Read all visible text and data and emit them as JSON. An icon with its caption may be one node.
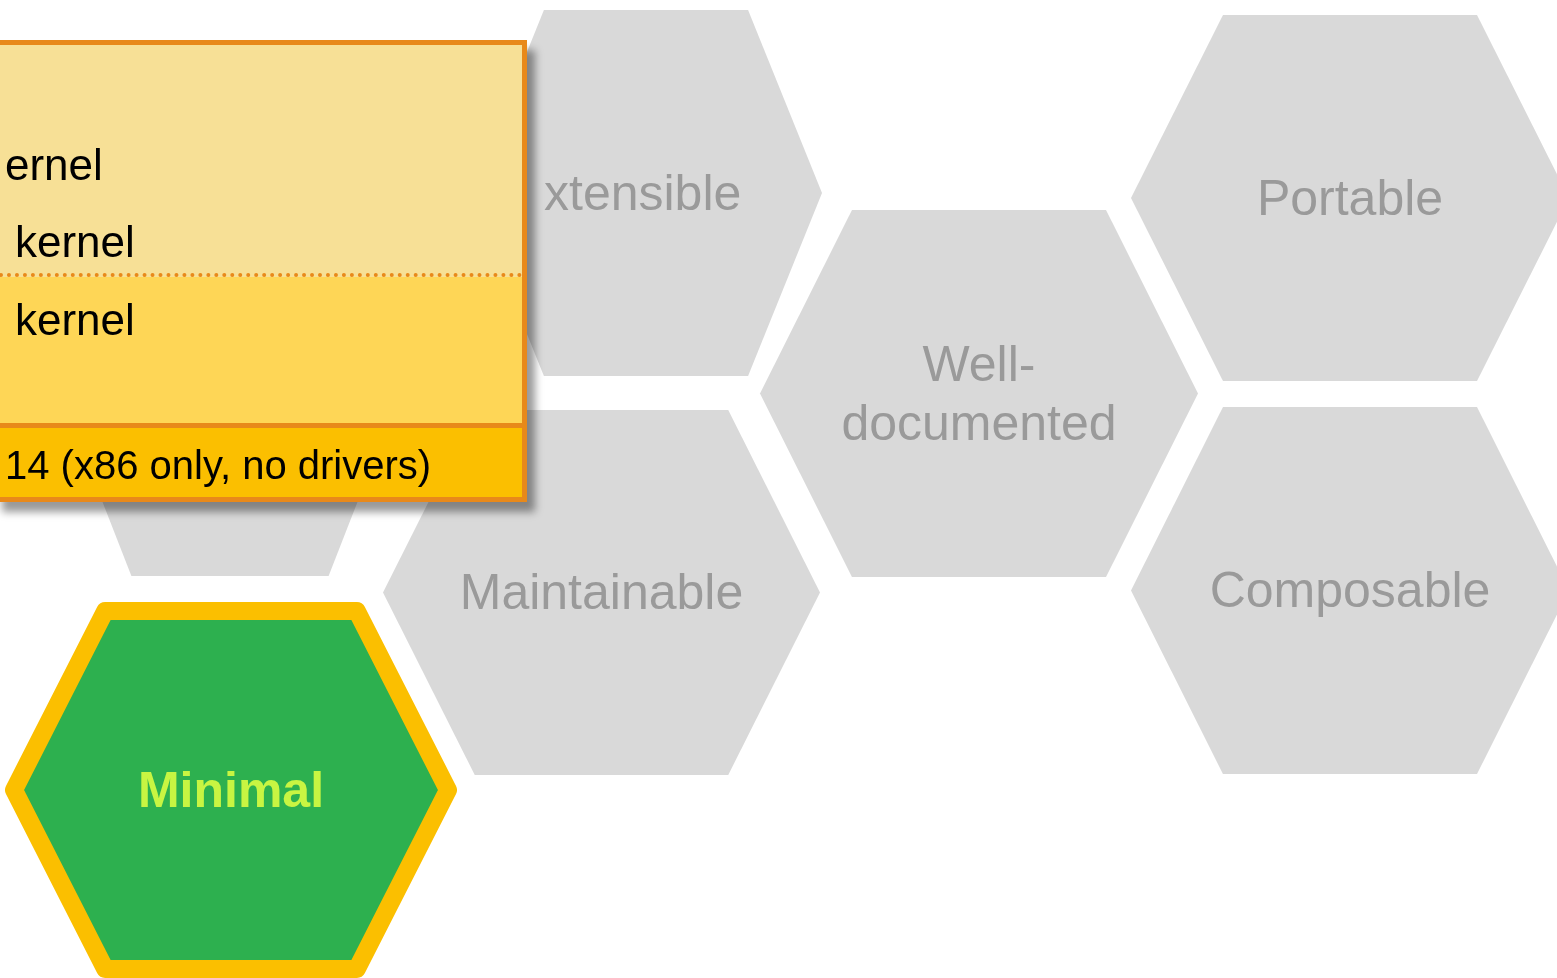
{
  "diagram": {
    "nodes": [
      {
        "text": [
          "ernel",
          "kernel",
          "kernel",
          "14 (x86 only, no drivers)"
        ]
      },
      {
        "text": [],
        "shape": "hexagon"
      },
      {
        "text": [
          "xtensible"
        ]
      },
      {
        "text": [
          "Portable"
        ]
      },
      {
        "text": [
          "Well-documented"
        ]
      },
      {
        "text": [
          "Maintainable"
        ]
      },
      {
        "text": [
          "Composable"
        ]
      },
      {
        "text": [
          "Minimal"
        ]
      }
    ]
  }
}
